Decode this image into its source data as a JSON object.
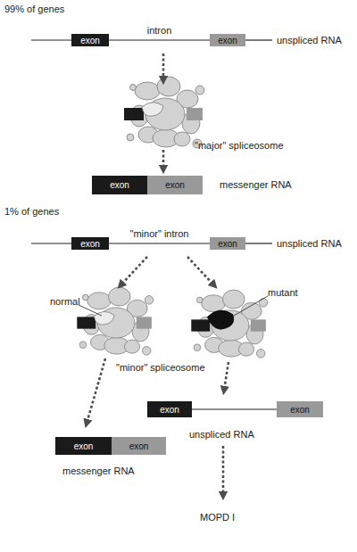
{
  "diagram": {
    "nodes": [
      {
        "text": [
          "exon"
        ]
      },
      {
        "text": [
          "exon"
        ]
      },
      {
        "text": [
          "exon"
        ]
      },
      {
        "text": [
          "exon"
        ]
      },
      {
        "text": [
          "exon"
        ]
      },
      {
        "text": [
          "exon"
        ]
      },
      {
        "text": [
          "exon"
        ]
      },
      {
        "text": [
          "exon"
        ]
      },
      {
        "text": [
          "exon"
        ]
      },
      {
        "text": [
          "exon"
        ]
      }
    ],
    "edges": [
      {
        "from": 0,
        "to": 1,
        "arrow": "none",
        "label": "intron"
      },
      {
        "from": 4,
        "to": 5,
        "arrow": "none",
        "label": "\"minor\" intron"
      },
      {
        "from": 8,
        "to": 9,
        "arrow": "none"
      }
    ],
    "labels": [
      "99% of genes",
      "unspliced RNA",
      "\"major\" spliceosome",
      "messenger RNA",
      "1% of genes",
      "unspliced RNA",
      "normal",
      "mutant",
      "\"minor\" spliceosome",
      "messenger RNA",
      "unspliced RNA",
      "MOPD I"
    ]
  }
}
